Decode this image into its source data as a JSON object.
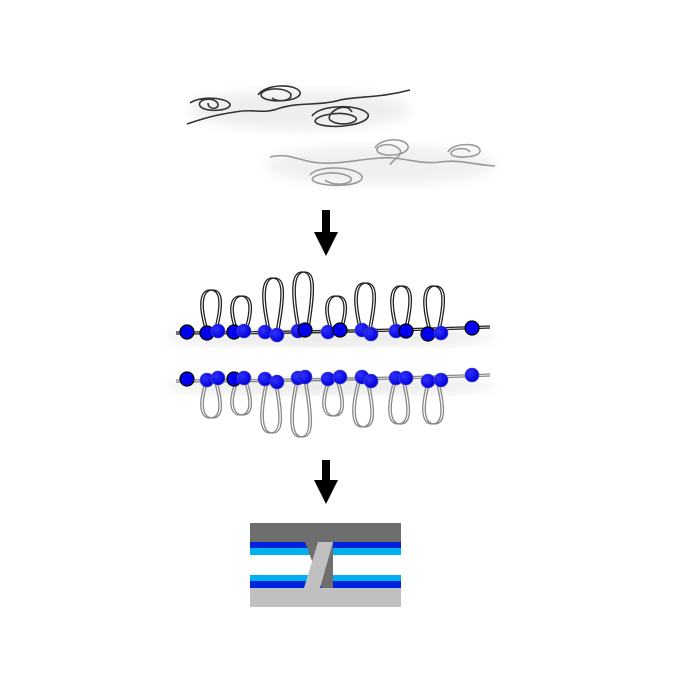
{
  "colors": {
    "chain_dark": "#333333",
    "chain_light": "#999999",
    "bead": "#0000ee",
    "bead_outline": "#000000",
    "layer_dark_gray": "#6e6e6e",
    "layer_light_gray": "#c0c0c0",
    "layer_blue": "#0022dd",
    "layer_light_blue": "#00b0f0",
    "arrow": "#000000"
  },
  "stages": [
    {
      "name": "random-coil-chains"
    },
    {
      "name": "looped-chains-with-beads"
    },
    {
      "name": "layered-bilayer-structure"
    }
  ],
  "icons": [
    "down-arrow-icon",
    "down-arrow-icon"
  ]
}
